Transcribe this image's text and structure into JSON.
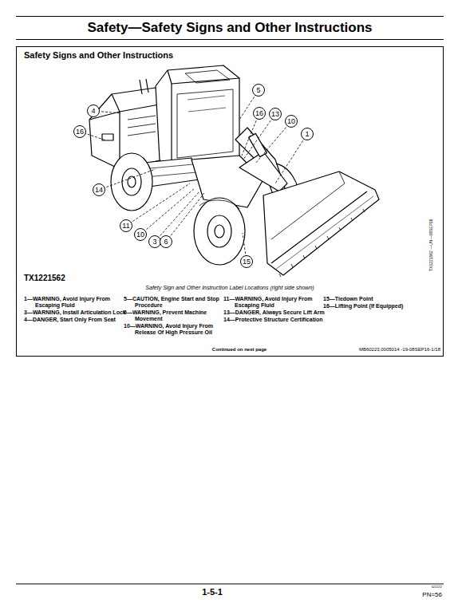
{
  "diagram": {
    "title": "Safety—Safety Signs and Other Instructions",
    "caption": "Safety Sign and Other Instruction Label Locations (right side shown)",
    "nodes": [
      {
        "text": [
          "Safety—Safety Signs and Other Instructions"
        ]
      },
      {
        "text": [
          "Safety Signs and Other Instructions"
        ]
      },
      {
        "text": [
          "5"
        ],
        "in": 1
      },
      {
        "text": [
          "4"
        ],
        "in": 1
      },
      {
        "text": [
          "16"
        ],
        "in": 1
      },
      {
        "text": [
          "16"
        ],
        "in": 1
      },
      {
        "text": [
          "13"
        ],
        "in": 1
      },
      {
        "text": [
          "10"
        ],
        "in": 1
      },
      {
        "text": [
          "1"
        ],
        "in": 1
      },
      {
        "text": [
          "14"
        ],
        "in": 1
      },
      {
        "text": [
          "11"
        ],
        "in": 1
      },
      {
        "text": [
          "10"
        ],
        "in": 1
      },
      {
        "text": [
          "3"
        ],
        "in": 1
      },
      {
        "text": [
          "6"
        ],
        "in": 1
      },
      {
        "text": [
          "15"
        ],
        "in": 1
      }
    ],
    "labels": [
      "TX1221562",
      "TX1221562 —UN—08SEP16",
      "1—WARNING, Avoid Injury From Escaping Fluid",
      "3—WARNING, Install Articulation Lock",
      "4—DANGER, Start Only From Seat",
      "5—CAUTION, Engine Start and Stop Procedure",
      "6—WARNING, Prevent Machine Movement",
      "10—WARNING, Avoid Injury From Release Of High Pressure Oil",
      "11—WARNING, Avoid Injury From Escaping Fluid",
      "13—DANGER, Always Secure Lift Arm",
      "14—Protective Structure Certification",
      "15—Tiedown Point",
      "16—Lifting Point (If Equipped)",
      "Continued on next page",
      "MB60223,0005014 -19-08SEP16-1/18",
      "1-5-1",
      "022222",
      "PN=56"
    ]
  }
}
